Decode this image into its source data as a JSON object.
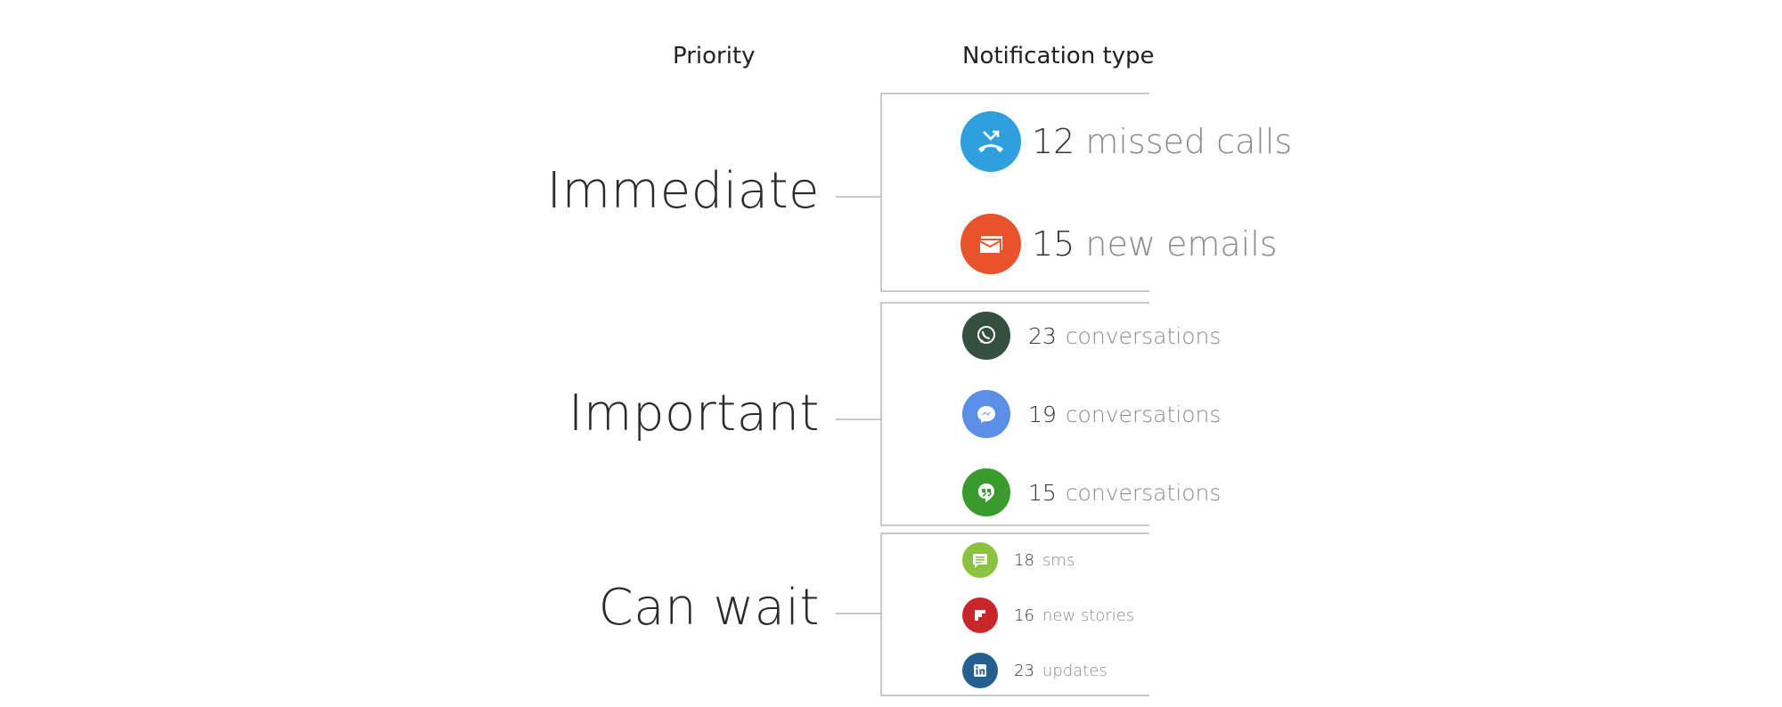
{
  "headers": {
    "priority": "Priority",
    "notification_type": "Notification type"
  },
  "groups": [
    {
      "priority": "Immediate",
      "items": [
        {
          "icon": "missed-call-icon",
          "color": "#2fa0dd",
          "count": "12",
          "label": "missed calls"
        },
        {
          "icon": "email-icon",
          "color": "#e8532b",
          "count": "15",
          "label": "new emails"
        }
      ]
    },
    {
      "priority": "Important",
      "items": [
        {
          "icon": "whatsapp-icon",
          "color": "#34503f",
          "count": "23",
          "label": "conversations"
        },
        {
          "icon": "messenger-icon",
          "color": "#5b8fe6",
          "count": "19",
          "label": "conversations"
        },
        {
          "icon": "hangouts-icon",
          "color": "#3a9b2d",
          "count": "15",
          "label": "conversations"
        }
      ]
    },
    {
      "priority": "Can wait",
      "items": [
        {
          "icon": "sms-icon",
          "color": "#8bc241",
          "count": "18",
          "label": "sms"
        },
        {
          "icon": "flipboard-icon",
          "color": "#c9262a",
          "count": "16",
          "label": "new stories"
        },
        {
          "icon": "linkedin-icon",
          "color": "#23608f",
          "count": "23",
          "label": "updates"
        }
      ]
    }
  ]
}
